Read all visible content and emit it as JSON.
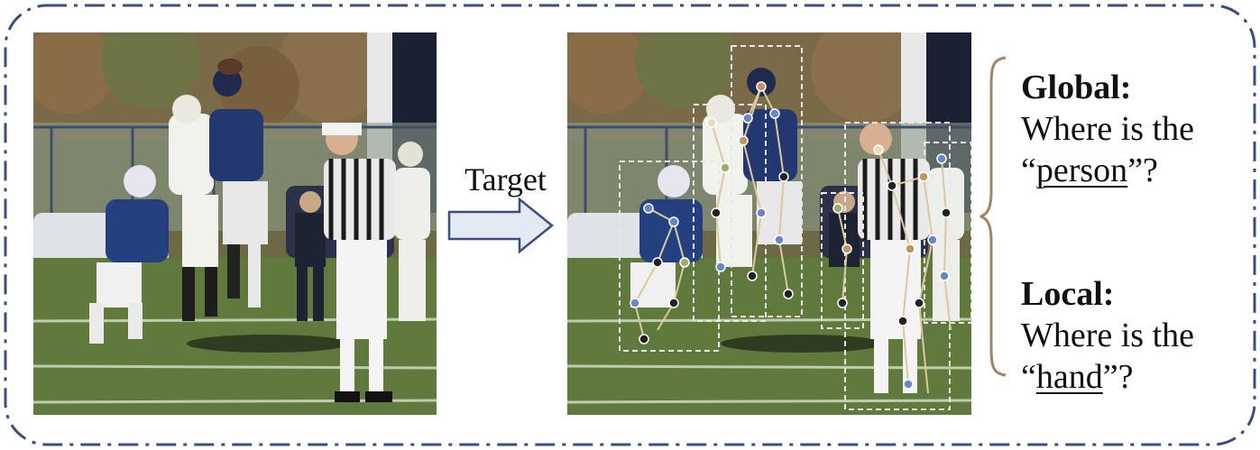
{
  "colors": {
    "frame_border": "#3a4f7a",
    "arrow_stroke": "#3a4f7a",
    "arrow_fill": "#e4eaf3",
    "brace": "#a08565",
    "grass": "#5f7a3c",
    "jersey_blue": "#23386e"
  },
  "arrow": {
    "label": "Target",
    "icon": "right-arrow-icon"
  },
  "left_image": {
    "icon": "football-photo-original"
  },
  "right_image": {
    "icon": "football-photo-annotated"
  },
  "brace": {
    "icon": "curly-brace-icon"
  },
  "global": {
    "heading": "Global:",
    "line1": "Where is the",
    "quote_open": "“",
    "word": "person",
    "quote_close": "”?"
  },
  "local": {
    "heading": "Local:",
    "line1": "Where is the",
    "quote_open": "“",
    "word": "hand",
    "quote_close": "”?"
  }
}
